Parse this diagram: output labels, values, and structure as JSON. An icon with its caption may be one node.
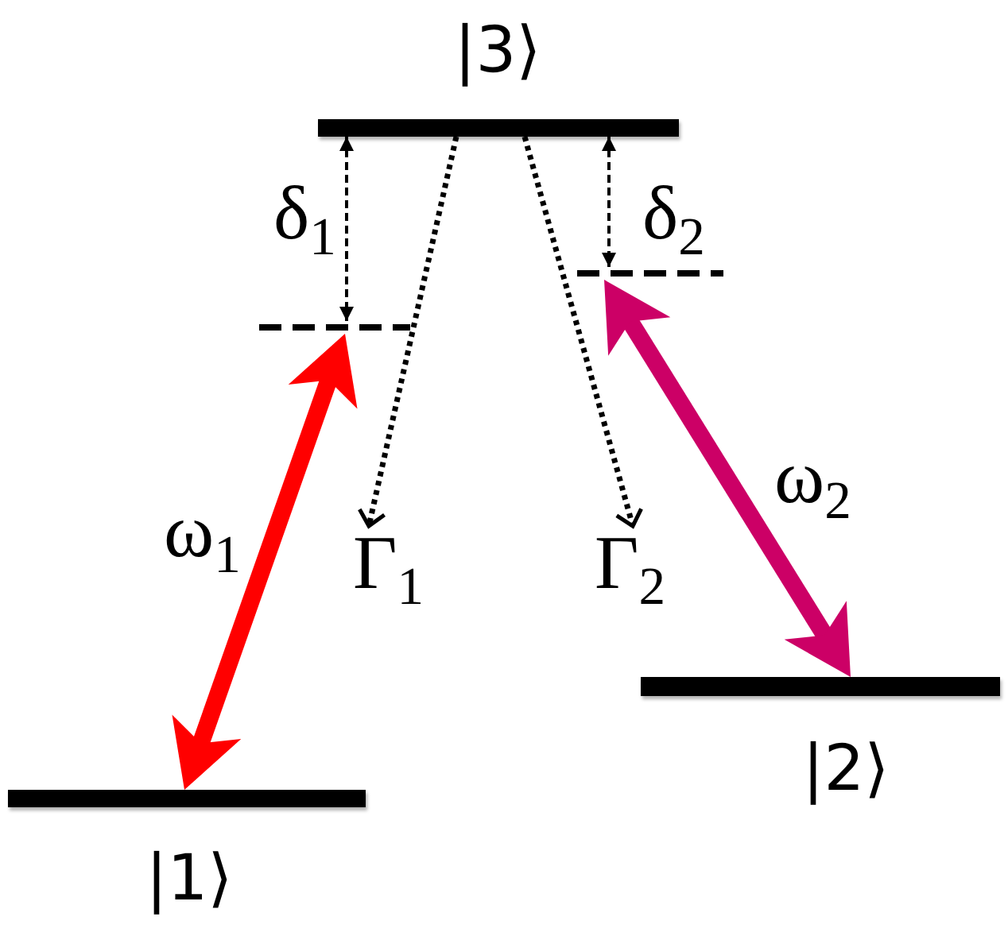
{
  "diagram": {
    "nodes": [
      {
        "text": [
          "|3⟩"
        ]
      },
      {
        "text": [],
        "shape": "line"
      },
      {
        "text": [],
        "shape": "line"
      },
      {
        "text": [
          "Γ$_{1}$"
        ]
      },
      {
        "text": [
          "Γ$_{2}$"
        ]
      },
      {
        "text": [
          "|1⟩"
        ]
      },
      {
        "text": [
          "|2⟩"
        ]
      }
    ],
    "edges": [
      {
        "from": 0,
        "to": 1,
        "arrow": "both",
        "label": "δ$_{1}$",
        "style": "dashed"
      },
      {
        "from": 0,
        "to": 3,
        "arrow": "to",
        "style": "dashed"
      },
      {
        "from": 0,
        "to": 4,
        "arrow": "to",
        "style": "dashed"
      },
      {
        "from": 0,
        "to": 2,
        "arrow": "both",
        "label": "δ$_{2}$",
        "style": "dashed"
      },
      {
        "from": 1,
        "to": 5,
        "arrow": "both",
        "label": "ω$_{1}$",
        "style": "thick",
        "color": "#ff0000"
      },
      {
        "from": 2,
        "to": 6,
        "arrow": "both",
        "label": "ω$_{2}$",
        "style": "thick",
        "color": "#cc0066"
      }
    ]
  }
}
